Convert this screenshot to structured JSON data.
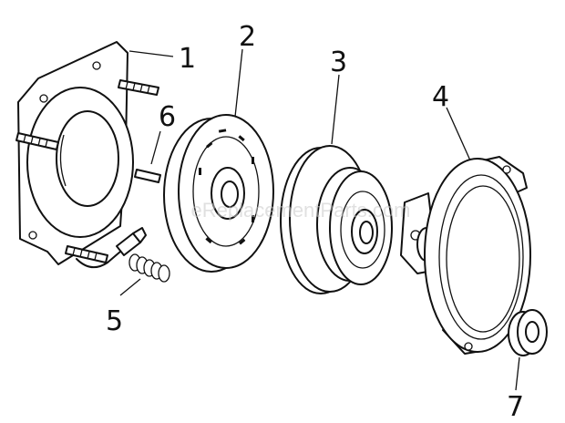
{
  "watermark": "eReplacementParts.com",
  "parts": [
    {
      "id": "1",
      "label": "1"
    },
    {
      "id": "2",
      "label": "2"
    },
    {
      "id": "3",
      "label": "3"
    },
    {
      "id": "4",
      "label": "4"
    },
    {
      "id": "5",
      "label": "5"
    },
    {
      "id": "6",
      "label": "6"
    },
    {
      "id": "7",
      "label": "7"
    }
  ]
}
